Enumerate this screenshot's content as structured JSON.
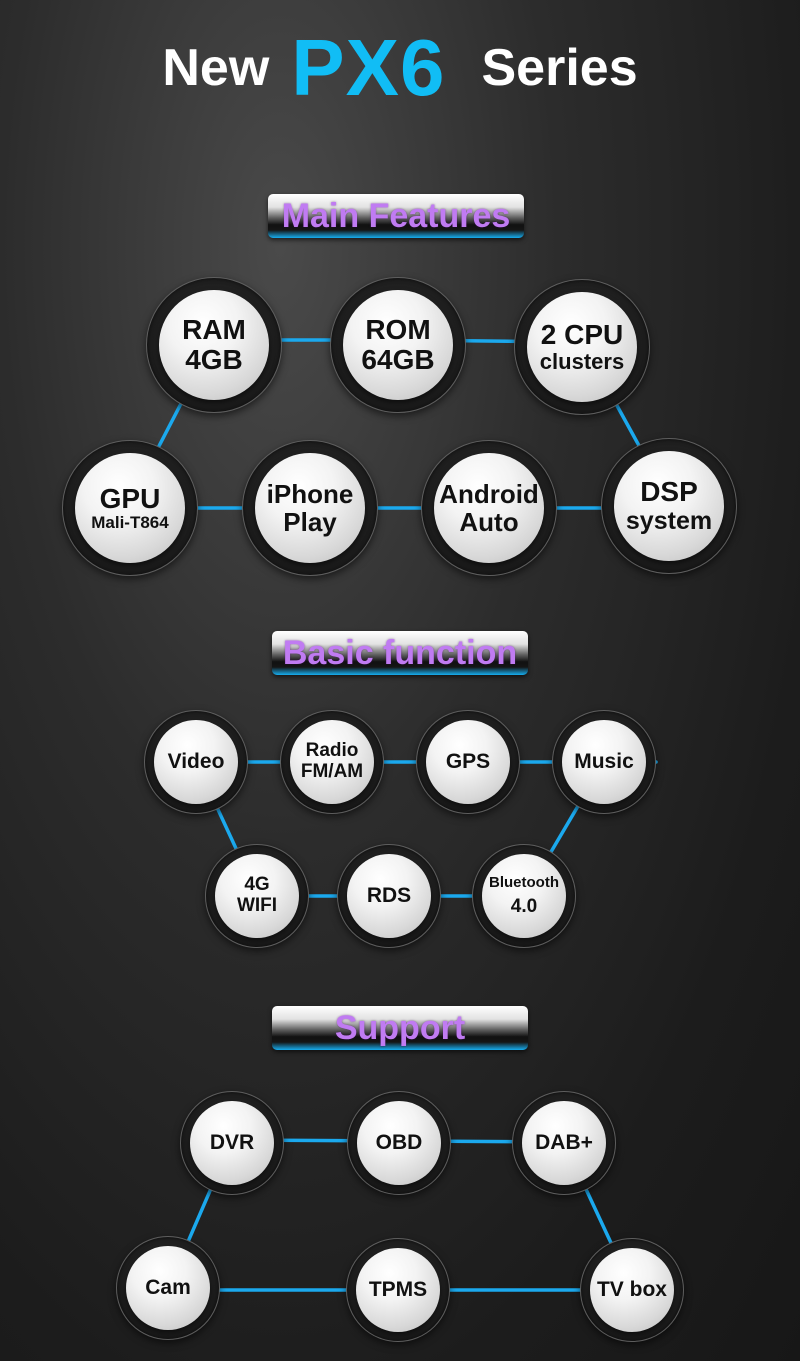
{
  "title": {
    "prefix": "New",
    "brand": "PX6",
    "suffix": "Series"
  },
  "colors": {
    "brand": "#11bdf5",
    "connector": "#1ba9ee",
    "badge_text": "#c07bf2",
    "background": "#1c1c1c"
  },
  "sections": {
    "main_features": {
      "heading": "Main Features",
      "items": {
        "ram": [
          "RAM",
          "4GB"
        ],
        "rom": [
          "ROM",
          "64GB"
        ],
        "cpu": [
          "2 CPU",
          "clusters"
        ],
        "gpu": [
          "GPU",
          "Mali-T864"
        ],
        "iphone": [
          "iPhone",
          "Play"
        ],
        "android": [
          "Android",
          "Auto"
        ],
        "dsp": [
          "DSP",
          "system"
        ]
      }
    },
    "basic_function": {
      "heading": "Basic function",
      "items": {
        "video": [
          "Video"
        ],
        "radio": [
          "Radio",
          "FM/AM"
        ],
        "gps": [
          "GPS"
        ],
        "music": [
          "Music"
        ],
        "wifi": [
          "4G",
          "WIFI"
        ],
        "rds": [
          "RDS"
        ],
        "bluetooth": [
          "Bluetooth",
          "4.0"
        ]
      }
    },
    "support": {
      "heading": "Support",
      "items": {
        "dvr": [
          "DVR"
        ],
        "obd": [
          "OBD"
        ],
        "dab": [
          "DAB+"
        ],
        "cam": [
          "Cam"
        ],
        "tpms": [
          "TPMS"
        ],
        "tvbox": [
          "TV box"
        ]
      }
    }
  }
}
